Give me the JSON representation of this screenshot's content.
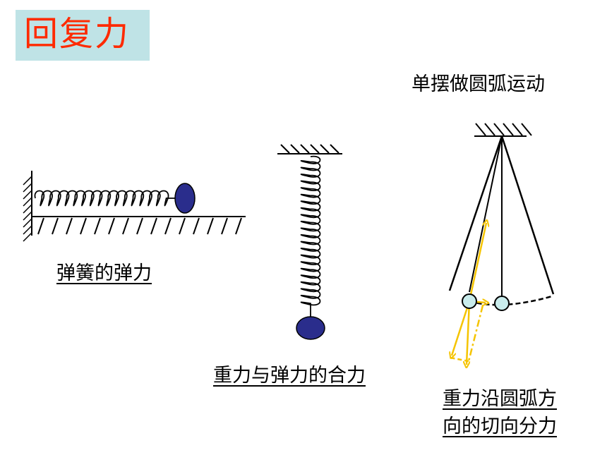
{
  "title": "回复力",
  "labels": {
    "pendulum_desc": "单摆做圆弧运动",
    "spring_horizontal": "弹簧的弹力",
    "spring_vertical": "重力与弹力的合力",
    "pendulum_line1": "重力沿圆弧方",
    "pendulum_line2": "向的切向分力"
  },
  "colors": {
    "title_bg": "#bfe3e6",
    "title_text": "#ff2a00",
    "ball_dark": "#2a2d8c",
    "ball_light": "#c9ecec",
    "force_arrow": "#f5c400"
  }
}
